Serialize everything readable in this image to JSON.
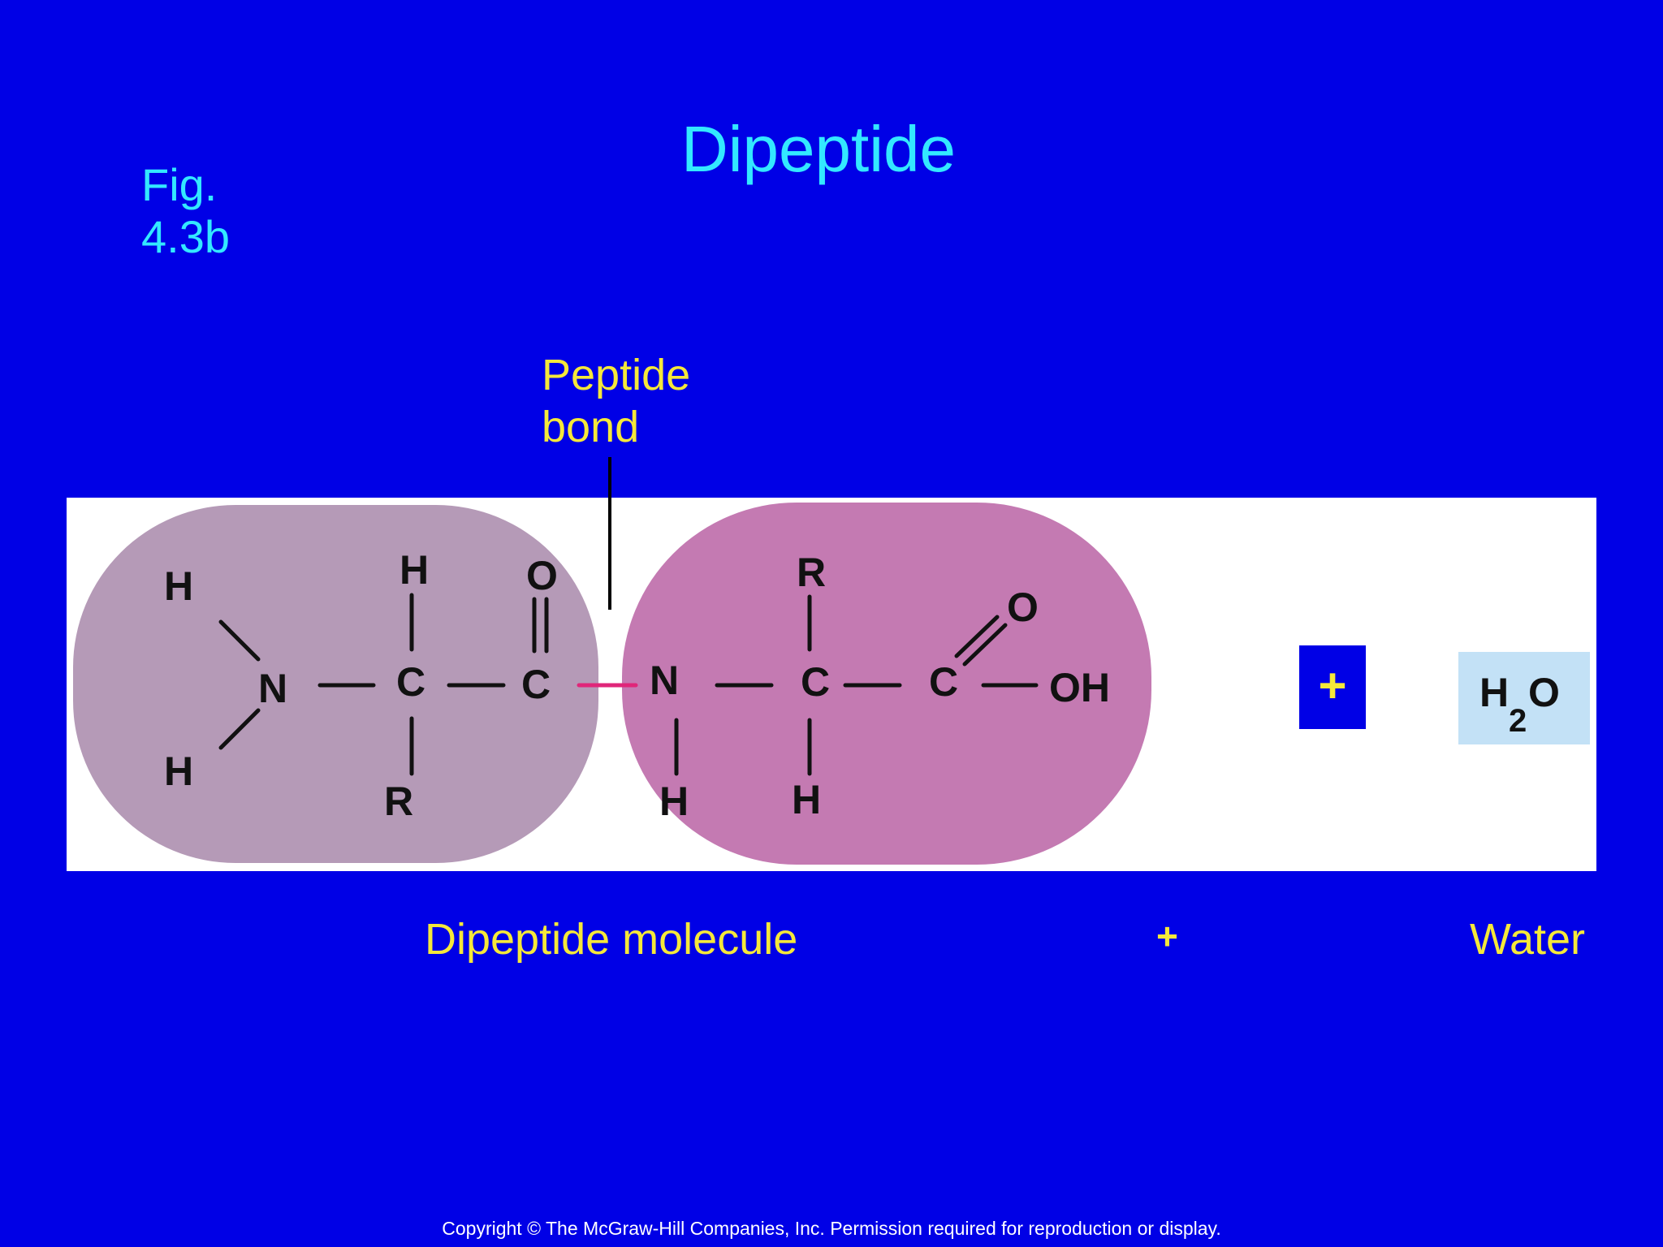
{
  "title": "Dipeptide",
  "fig_label_line1": "Fig.",
  "fig_label_line2": "4.3b",
  "peptide_bond_line1": "Peptide",
  "peptide_bond_line2": "bond",
  "atoms": {
    "h_top_left": "H",
    "h_bottom_left": "H",
    "n1": "N",
    "c1": "C",
    "h_c1": "H",
    "r_c1": "R",
    "c2": "C",
    "o_c2": "O",
    "n2": "N",
    "h_n2": "H",
    "c3": "C",
    "r_c3": "R",
    "h_c3": "H",
    "c4": "C",
    "o_c4": "O",
    "oh_c4": "OH"
  },
  "plus_box": "+",
  "water_formula": {
    "h": "H",
    "sub": "2",
    "o": "O"
  },
  "labels": {
    "dipeptide_molecule": "Dipeptide molecule",
    "plus": "+",
    "water": "Water"
  },
  "copyright": "Copyright © The McGraw-Hill Companies, Inc. Permission required for reproduction or display.",
  "colors": {
    "background": "#0000e6",
    "title": "#33e8ff",
    "labels": "#f5e83a",
    "amino_acid_1": "#b59ab7",
    "amino_acid_2": "#c47ab2",
    "peptide_bond": "#e0267a",
    "water_box": "#c3e1f6"
  }
}
